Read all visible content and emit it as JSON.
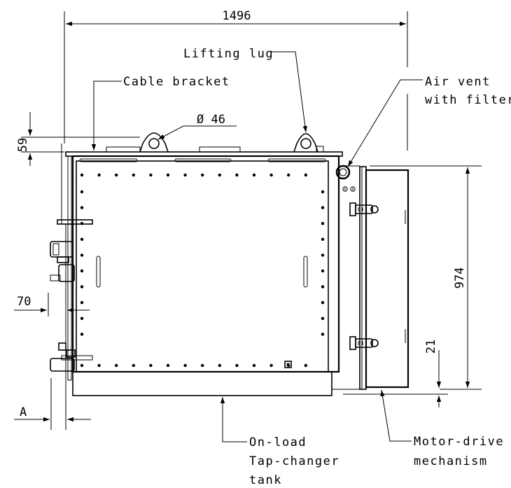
{
  "dimensions": {
    "overall_width": "1496",
    "lug_height": "59",
    "hole_diameter": "Ø 46",
    "left_offset": "70",
    "motor_drive_height": "974",
    "bottom_offset": "21",
    "flange_a": "A"
  },
  "labels": {
    "lifting_lug": "Lifting lug",
    "cable_bracket": "Cable bracket",
    "air_vent_line1": "Air vent",
    "air_vent_line2": "with filter",
    "tank_line1": "On-load",
    "tank_line2": "Tap-changer",
    "tank_line3": "tank",
    "motor_line1": "Motor-drive",
    "motor_line2": "mechanism"
  },
  "colors": {
    "line": "#000000",
    "background": "#ffffff"
  }
}
